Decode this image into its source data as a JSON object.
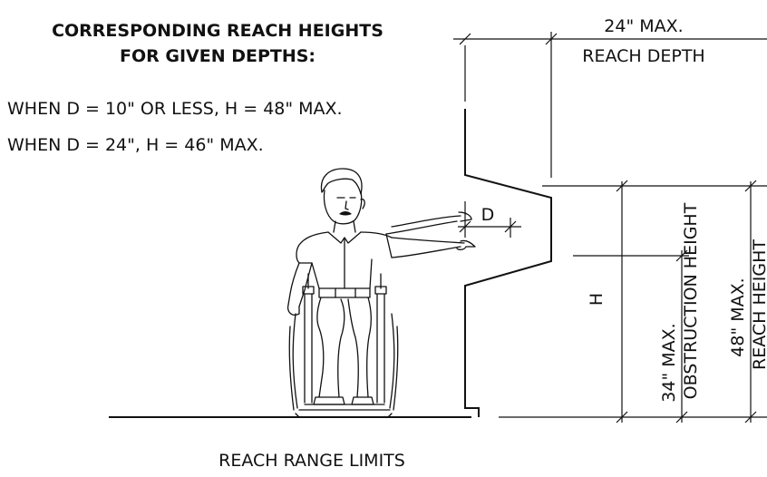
{
  "header": {
    "line1": "CORRESPONDING REACH HEIGHTS",
    "line2": "FOR GIVEN DEPTHS:"
  },
  "rules": [
    "WHEN D = 10\" OR LESS, H = 48\" MAX.",
    "WHEN D = 24\", H = 46\" MAX."
  ],
  "dimensions": {
    "reach_depth_value": "24\" MAX.",
    "reach_depth_label": "REACH DEPTH",
    "depth_symbol": "D",
    "height_symbol": "H",
    "obstruction_value": "34\" MAX.",
    "obstruction_label": "OBSTRUCTION HEIGHT",
    "reach_height_value": "48\" MAX.",
    "reach_height_label": "REACH HEIGHT"
  },
  "caption": "REACH RANGE LIMITS"
}
